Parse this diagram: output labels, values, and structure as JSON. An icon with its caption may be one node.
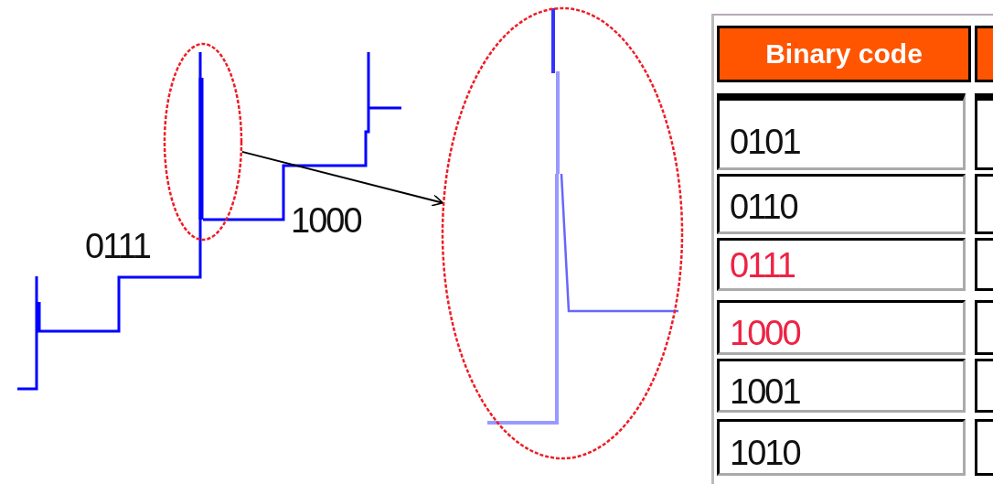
{
  "diagram": {
    "nodes": [
      {
        "text": [],
        "shape": "ellipse"
      },
      {
        "text": [],
        "shape": "ellipse"
      }
    ],
    "edges": [
      {
        "from": 0,
        "to": 1,
        "arrow": "to"
      }
    ],
    "labels": [
      "0111",
      "1000",
      "Binary code",
      "0101",
      "0110",
      "0111",
      "1000",
      "1001",
      "1010"
    ]
  }
}
